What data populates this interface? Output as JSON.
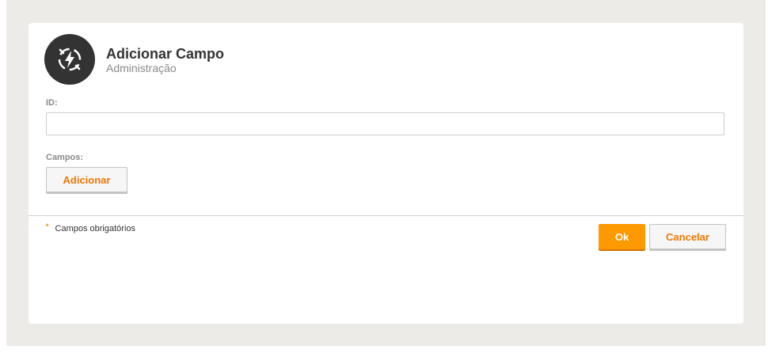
{
  "header": {
    "title": "Adicionar Campo",
    "subtitle": "Administração",
    "icon": "lightning-bolt-icon"
  },
  "form": {
    "id_label": "ID:",
    "id_value": "",
    "id_placeholder": "",
    "campos_label": "Campos:",
    "add_button_label": "Adicionar"
  },
  "footer": {
    "required_marker": "*",
    "required_text": "Campos obrigatórios",
    "ok_label": "Ok",
    "cancel_label": "Cancelar"
  },
  "colors": {
    "accent": "#ff9900",
    "accent_text": "#f07800",
    "icon_bg": "#333333",
    "page_bg": "#ecebe7"
  }
}
